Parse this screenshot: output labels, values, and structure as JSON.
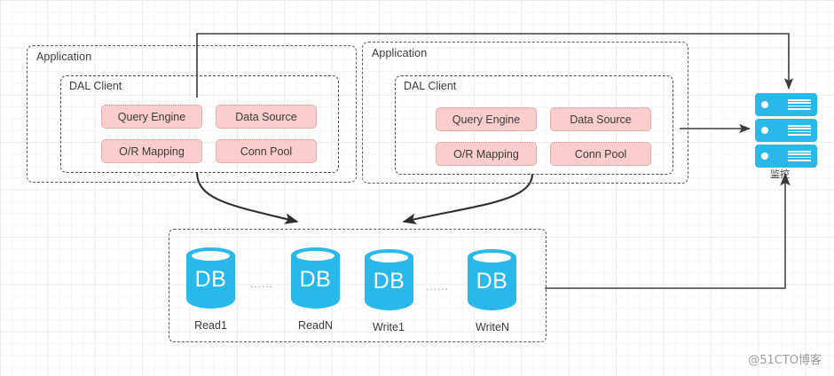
{
  "diagram": {
    "applications": [
      {
        "label": "Application",
        "dal": {
          "label": "DAL Client",
          "modules": [
            "Query Engine",
            "Data Source",
            "O/R Mapping",
            "Conn Pool"
          ]
        }
      },
      {
        "label": "Application",
        "dal": {
          "label": "DAL Client",
          "modules": [
            "Query Engine",
            "Data Source",
            "O/R Mapping",
            "Conn Pool"
          ]
        }
      }
    ],
    "database_group": {
      "nodes": [
        {
          "text": "DB",
          "caption": "Read1"
        },
        {
          "text": "DB",
          "caption": "ReadN"
        },
        {
          "text": "DB",
          "caption": "Write1"
        },
        {
          "text": "DB",
          "caption": "WriteN"
        }
      ],
      "ellipsis": [
        "......",
        "......"
      ]
    },
    "server_stack": {
      "bars": 3,
      "monitor_label": "监控"
    },
    "watermark": "@51CTO博客",
    "colors": {
      "db_cyan": "#29b8ea",
      "chip_pink": "#fbcdcd",
      "chip_border": "#c98e8e",
      "dash_border": "#5a5a5a",
      "line": "#4a4a4a",
      "grid_major": "#ececec",
      "grid_minor": "#f6f6f6"
    }
  }
}
